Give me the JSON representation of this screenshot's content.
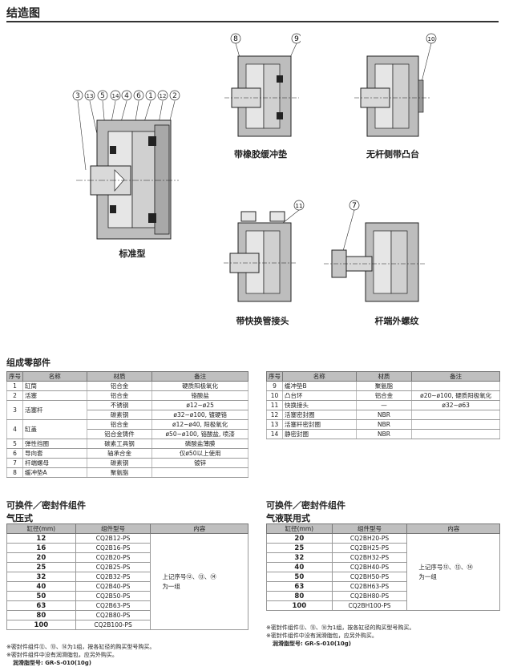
{
  "section_title": "结造图",
  "diagrams": {
    "standard": {
      "caption": "标准型",
      "callouts": [
        "3",
        "13",
        "5",
        "14",
        "4",
        "6",
        "1",
        "12",
        "2"
      ]
    },
    "rubber": {
      "caption": "带橡胶缓冲垫",
      "callouts": [
        "8",
        "9"
      ]
    },
    "boss": {
      "caption": "无杆侧带凸台",
      "callouts": [
        "10"
      ]
    },
    "fitting": {
      "caption": "带快换管接头",
      "callouts": [
        "11"
      ]
    },
    "male": {
      "caption": "杆端外螺纹",
      "callouts": [
        "7"
      ]
    }
  },
  "parts": {
    "title": "组成零部件",
    "headers": [
      "序号",
      "名称",
      "材质",
      "备注"
    ],
    "left_rows": [
      {
        "no": "1",
        "name": "缸筒",
        "material": "铝合金",
        "note": "硬质阳极氧化"
      },
      {
        "no": "2",
        "name": "活塞",
        "material": "铝合金",
        "note": "铬酸盐"
      },
      {
        "no": "3",
        "name": "活塞杆",
        "material": "不锈钢",
        "note": "ø12~ø25",
        "material2": "碳素钢",
        "note2": "ø32~ø100, 镀硬铬"
      },
      {
        "no": "4",
        "name": "缸盖",
        "material": "铝合金",
        "note": "ø12~ø40, 阳极氧化",
        "material2": "铝合金铸件",
        "note2": "ø50~ø100, 铬酸盐, 喷漆"
      },
      {
        "no": "5",
        "name": "弹性挡圈",
        "material": "碳素工具钢",
        "note": "磷酸盐薄膜"
      },
      {
        "no": "6",
        "name": "导向套",
        "material": "轴承合金",
        "note": "仅ø50以上使用"
      },
      {
        "no": "7",
        "name": "杆端螺母",
        "material": "碳素钢",
        "note": "镀锌"
      },
      {
        "no": "8",
        "name": "缓冲垫A",
        "material": "聚氨脂",
        "note": ""
      }
    ],
    "right_rows": [
      {
        "no": "9",
        "name": "缓冲垫B",
        "material": "聚氨脂",
        "note": ""
      },
      {
        "no": "10",
        "name": "凸台环",
        "material": "铝合金",
        "note": "ø20~ø100, 硬质阳极氧化"
      },
      {
        "no": "11",
        "name": "快换接头",
        "material": "—",
        "note": "ø32~ø63"
      },
      {
        "no": "12",
        "name": "活塞密封圈",
        "material": "NBR",
        "note": ""
      },
      {
        "no": "13",
        "name": "活塞杆密封圈",
        "material": "NBR",
        "note": ""
      },
      {
        "no": "14",
        "name": "静密封圈",
        "material": "NBR",
        "note": ""
      }
    ]
  },
  "kits_left": {
    "title": "可换件／密封件组件",
    "subtitle": "气压式",
    "headers": [
      "缸径(mm)",
      "组件型号",
      "内容"
    ],
    "rows": [
      {
        "bore": "12",
        "model": "CQ2B12-PS"
      },
      {
        "bore": "16",
        "model": "CQ2B16-PS"
      },
      {
        "bore": "20",
        "model": "CQ2B20-PS"
      },
      {
        "bore": "25",
        "model": "CQ2B25-PS"
      },
      {
        "bore": "32",
        "model": "CQ2B32-PS"
      },
      {
        "bore": "40",
        "model": "CQ2B40-PS"
      },
      {
        "bore": "50",
        "model": "CQ2B50-PS"
      },
      {
        "bore": "63",
        "model": "CQ2B63-PS"
      },
      {
        "bore": "80",
        "model": "CQ2B80-PS"
      },
      {
        "bore": "100",
        "model": "CQ2B100-PS"
      }
    ],
    "content_line1": "上记序号⑫、⑬、⑭",
    "content_line2": "为一组",
    "notes": [
      "※密封件组件⑫、⑬、⑭为1组，按各缸径的购买型号购买。",
      "※密封件组件中没有润滑脂包，应另外购买。",
      "润滑脂型号: GR-S-010(10g)"
    ]
  },
  "kits_right": {
    "title": "可换件／密封件组件",
    "subtitle": "气液联用式",
    "headers": [
      "缸径(mm)",
      "组件型号",
      "内容"
    ],
    "rows": [
      {
        "bore": "20",
        "model": "CQ2BH20-PS"
      },
      {
        "bore": "25",
        "model": "CQ2BH25-PS"
      },
      {
        "bore": "32",
        "model": "CQ2BH32-PS"
      },
      {
        "bore": "40",
        "model": "CQ2BH40-PS"
      },
      {
        "bore": "50",
        "model": "CQ2BH50-PS"
      },
      {
        "bore": "63",
        "model": "CQ2BH63-PS"
      },
      {
        "bore": "80",
        "model": "CQ2BH80-PS"
      },
      {
        "bore": "100",
        "model": "CQ2BH100-PS"
      }
    ],
    "content_line1": "上记序号⑫、⑬、⑭",
    "content_line2": "为一组",
    "notes": [
      "※密封件组件⑫、⑬、⑭为1组，按各缸径的购买型号购买。",
      "※密封件组件中没有润滑脂包，应另外购买。",
      "润滑脂型号: GR-S-010(10g)"
    ]
  }
}
